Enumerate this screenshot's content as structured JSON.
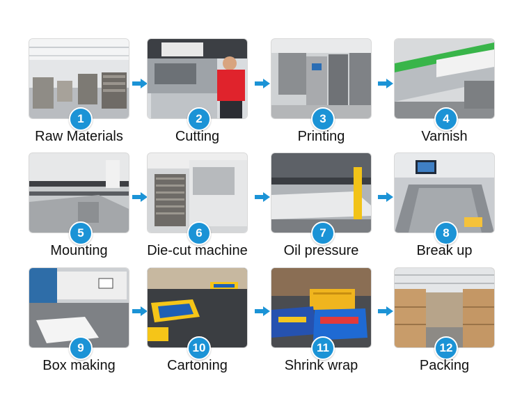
{
  "steps": [
    {
      "number": "1",
      "label": "Raw Materials"
    },
    {
      "number": "2",
      "label": "Cutting"
    },
    {
      "number": "3",
      "label": "Printing"
    },
    {
      "number": "4",
      "label": "Varnish"
    },
    {
      "number": "5",
      "label": "Mounting"
    },
    {
      "number": "6",
      "label": "Die-cut machine"
    },
    {
      "number": "7",
      "label": "Oil pressure"
    },
    {
      "number": "8",
      "label": "Break up"
    },
    {
      "number": "9",
      "label": "Box making"
    },
    {
      "number": "10",
      "label": "Cartoning"
    },
    {
      "number": "11",
      "label": "Shrink wrap"
    },
    {
      "number": "12",
      "label": "Packing"
    }
  ],
  "colors": {
    "accent": "#1b93d6",
    "text": "#111111"
  },
  "icons": {
    "arrow": "arrow-right-icon"
  }
}
